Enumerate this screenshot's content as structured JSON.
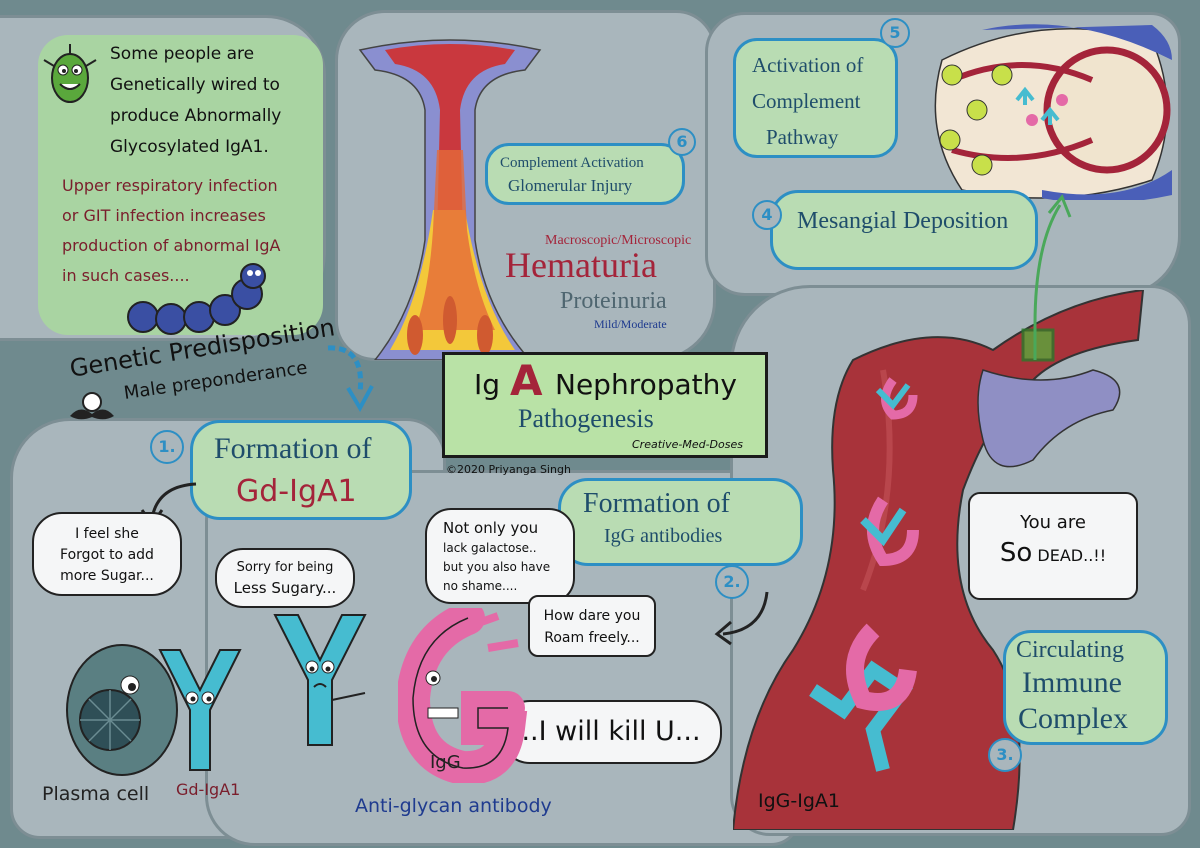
{
  "predisposition_note": {
    "line1": "Some people are",
    "line2": "Genetically wired to",
    "line3": "produce Abnormally",
    "line4": "Glycosylated IgA1.",
    "infection1": "Upper respiratory infection",
    "infection2": "or GIT infection increases",
    "infection3": "production of abnormal IgA",
    "infection4": "in such cases...."
  },
  "genetic": {
    "title": "Genetic Predisposition",
    "subtitle": "Male preponderance"
  },
  "title_box": {
    "title_ig": "Ig",
    "title_a": "A",
    "title_rest": "Nephropathy",
    "subtitle": "Pathogenesis",
    "credit": "Creative-Med-Doses",
    "copyright": "©2020 Priyanga Singh"
  },
  "steps": {
    "step1_num": "1.",
    "step1_line1": "Formation of",
    "step1_line2": "Gd-IgA1",
    "step2_num": "2.",
    "step2_line1": "Formation of",
    "step2_line2": "IgG antibodies",
    "step3_num": "3.",
    "step3_line1": "Circulating",
    "step3_line2": "Immune",
    "step3_line3": "Complex",
    "step4_num": "4",
    "step4_label": "Mesangial Deposition",
    "step5_num": "5",
    "step5_line1": "Activation of",
    "step5_line2": "Complement",
    "step5_line3": "Pathway",
    "step6_num": "6",
    "step6_line1": "Complement Activation",
    "step6_line2": "Glomerular Injury"
  },
  "hematuria": {
    "top": "Macroscopic/Microscopic",
    "main": "Hematuria",
    "protein": "Proteinuria",
    "protein_sub": "Mild/Moderate"
  },
  "bubbles": {
    "sugar1": "I feel she",
    "sugar2": "Forgot to add",
    "sugar3": "more Sugar...",
    "sorry1": "Sorry for being",
    "sorry2": "Less Sugary...",
    "notonly1": "Not only you",
    "notonly2": "lack galactose..",
    "notonly3": "but you also have",
    "notonly4": "no shame....",
    "dare1": "How dare you",
    "dare2": "Roam freely...",
    "kill": "..I will kill U...",
    "dead1": "You are",
    "dead2": "So",
    "dead3": "DEAD..!!"
  },
  "labels": {
    "plasma_cell": "Plasma cell",
    "gd_iga1": "Gd-IgA1",
    "igg": "IgG",
    "anti_glycan": "Anti-glycan antibody",
    "igg_iga1": "IgG-IgA1"
  },
  "colors": {
    "background": "#6f8a8e",
    "panel": "#a9b6bc",
    "callout_border": "#2d8fc4",
    "callout_fill": "#b9dcb3",
    "antibody_cyan": "#46bcd0",
    "igg_pink": "#e46aa7",
    "blood_red": "#a8333a",
    "hematuria_red": "#a4243a"
  }
}
